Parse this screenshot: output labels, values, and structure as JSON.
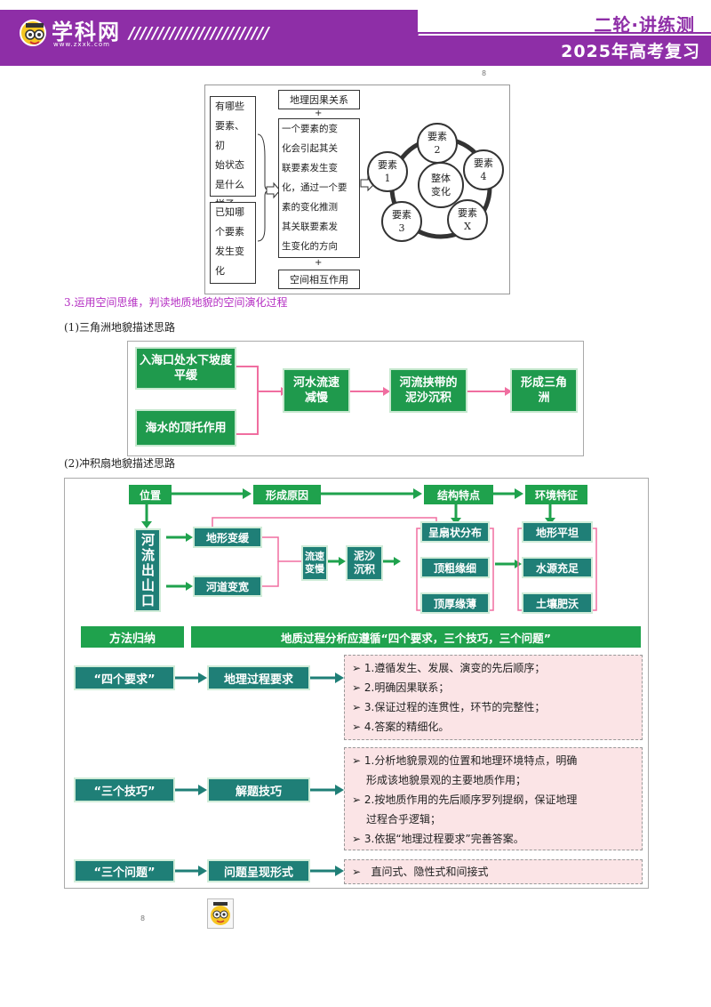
{
  "header": {
    "logo_name": "学科网",
    "logo_url": "www.zxxk.com",
    "series": "二轮·讲练测",
    "year_title": "2025年高考复习",
    "slashes": "////////////////////////"
  },
  "marks": {
    "top": "8",
    "bottom": "8"
  },
  "figure1": {
    "left_box1": [
      "有哪些",
      "要素、初",
      "始状态",
      "是什么",
      "样子"
    ],
    "left_box2": [
      "已知哪",
      "个要素",
      "发生变",
      "化"
    ],
    "top_label": "地理因果关系",
    "plus": "+",
    "center_text": [
      "一个要素的变",
      "化会引起其关",
      "联要素发生变",
      "化，通过一个要",
      "素的变化推测",
      "其关联要素发",
      "生变化的方向"
    ],
    "bottom_label": "空间相互作用",
    "circle_center": [
      "整体",
      "变化"
    ],
    "circles": [
      {
        "label": "要素",
        "num": "2"
      },
      {
        "label": "要素",
        "num": "4"
      },
      {
        "label": "要素",
        "num": "X"
      },
      {
        "label": "要素",
        "num": "3"
      },
      {
        "label": "要素",
        "num": "1"
      }
    ]
  },
  "section3": {
    "title": "3.运用空间思维，判读地质地貌的空间演化过程",
    "sub1": "(1)三角洲地貌描述思路",
    "sub2": "(2)冲积扇地貌描述思路"
  },
  "delta": {
    "a": "入海口处水下坡度平缓",
    "b": "海水的顶托作用",
    "c": "河水流速减慢",
    "d": "河流挟带的泥沙沉积",
    "e": "形成三角洲"
  },
  "fan": {
    "pos": "位置",
    "cause": "形成原因",
    "struct": "结构特点",
    "env": "环境特征",
    "outlet": "河流出山口",
    "terrain": "地形变缓",
    "channel": "河道变宽",
    "flow": "流速变慢",
    "sediment": "泥沙沉积",
    "s1": "呈扇状分布",
    "s2": "顶粗缘细",
    "s3": "顶厚缘薄",
    "e1": "地形平坦",
    "e2": "水源充足",
    "e3": "土壤肥沃",
    "method": "方法归纳",
    "principle": "地质过程分析应遵循“四个要求，三个技巧，三个问题”",
    "rows": [
      {
        "tag": "“四个要求”",
        "mid": "地理过程要求",
        "items": [
          "1.遵循发生、发展、演变的先后顺序；",
          "2.明确因果联系；",
          "3.保证过程的连贯性，环节的完整性；",
          "4.答案的精细化。"
        ]
      },
      {
        "tag": "“三个技巧”",
        "mid": "解题技巧",
        "items": [
          "1.分析地貌景观的位置和地理环境特点，明确",
          "形成该地貌景观的主要地质作用；",
          "2.按地质作用的先后顺序罗列提纲，保证地理",
          "过程合乎逻辑；",
          "3.依据“地理过程要求”完善答案。"
        ]
      },
      {
        "tag": "“三个问题”",
        "mid": "问题呈现形式",
        "items": [
          "直问式、隐性式和间接式"
        ]
      }
    ]
  }
}
